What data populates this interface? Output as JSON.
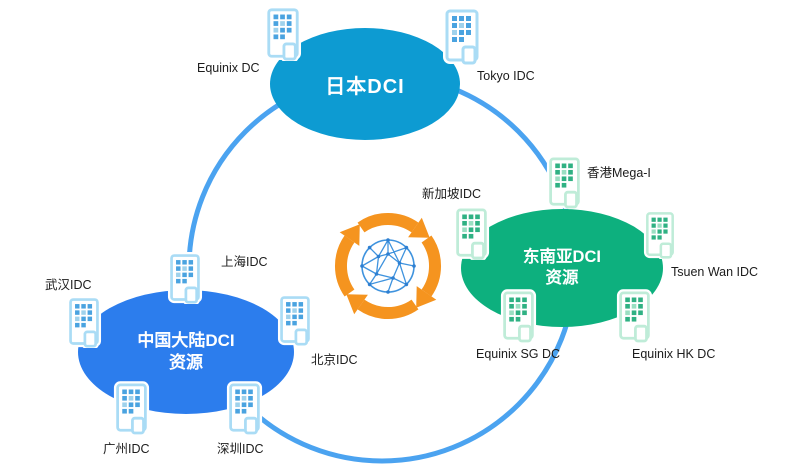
{
  "diagram": {
    "kind": "dci-topology",
    "clusters": {
      "japan": {
        "title": "日本DCI",
        "fill": "#0d9bd2"
      },
      "china": {
        "title_line1": "中国大陆DCI",
        "title_line2": "资源",
        "fill": "#2c7ded"
      },
      "sea": {
        "title_line1": "东南亚DCI",
        "title_line2": "资源",
        "fill": "#0db07e"
      }
    },
    "datacenters": {
      "equinix_dc": "Equinix DC",
      "tokyo_idc": "Tokyo IDC",
      "shanghai_idc": "上海IDC",
      "wuhan_idc": "武汉IDC",
      "beijing_idc": "北京IDC",
      "guangzhou_idc": "广州IDC",
      "shenzhen_idc": "深圳IDC",
      "singapore_idc": "新加坡IDC",
      "hongkong_mega": "香港Mega-I",
      "tsuen_wan_idc": "Tsuen Wan IDC",
      "equinix_sg_dc": "Equinix SG DC",
      "equinix_hk_dc": "Equinix HK DC"
    },
    "icons": {
      "center": "network-globe-icon",
      "cycle": "sync-cycle-arrows-icon",
      "datacenter": "datacenter-building-icon"
    },
    "colors": {
      "ring": "#4ba3f0",
      "arrows": "#f5941f",
      "japan_fill": "#0d9bd2",
      "china_fill": "#2c7ded",
      "sea_fill": "#0db07e",
      "building_blue": "#4aa3e0",
      "building_blue_border": "#aadcf5",
      "building_green": "#2fb183",
      "building_green_border": "#bfecd8",
      "globe": "#3f93de",
      "label_text": "#1c1c1c"
    }
  }
}
